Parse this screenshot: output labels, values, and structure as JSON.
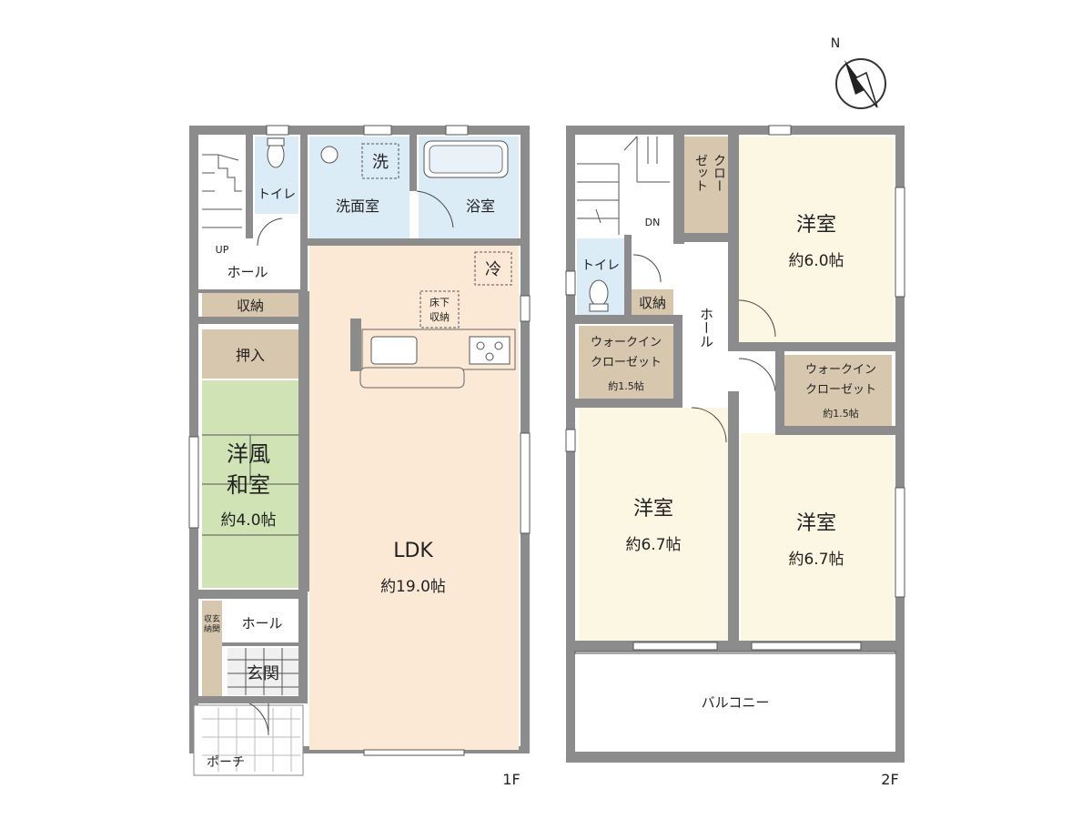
{
  "floor1": {
    "label": "1F",
    "rooms": {
      "toilet": "トイレ",
      "washroom": "洗面室",
      "laundry": "洗",
      "bath": "浴室",
      "fridge": "冷",
      "underfloor": [
        "床下",
        "収納"
      ],
      "up": "UP",
      "hall": "ホール",
      "storage": "収納",
      "oshiire": "押入",
      "washitsu_name": [
        "洋風",
        "和室"
      ],
      "washitsu_size": "約4.0帖",
      "ldk_name": "LDK",
      "ldk_size": "約19.0帖",
      "genkan_storage": [
        "収玄",
        "納関"
      ],
      "hall2": "ホール",
      "genkan": "玄関",
      "porch": "ポーチ"
    }
  },
  "floor2": {
    "label": "2F",
    "rooms": {
      "closet": [
        "クロー",
        "ゼット"
      ],
      "bedroom1_name": "洋室",
      "bedroom1_size": "約6.0帖",
      "dn": "DN",
      "toilet": "トイレ",
      "storage": "収納",
      "hall": "ホール",
      "wic1": [
        "ウォークイン",
        "クローゼット"
      ],
      "wic1_size": "約1.5帖",
      "wic2": [
        "ウォークイン",
        "クローゼット"
      ],
      "wic2_size": "約1.5帖",
      "bedroom2_name": "洋室",
      "bedroom2_size": "約6.7帖",
      "bedroom3_name": "洋室",
      "bedroom3_size": "約6.7帖",
      "balcony": "バルコニー"
    }
  },
  "compass": {
    "north": "N"
  },
  "colors": {
    "wall": "#8c8c8c",
    "washitsu": "#cfe3b5",
    "ldk": "#fbe9d6",
    "bedroom": "#fbf7e2",
    "water": "#dcecf6",
    "storage": "#d6c7ae",
    "hall": "#ffffff"
  }
}
